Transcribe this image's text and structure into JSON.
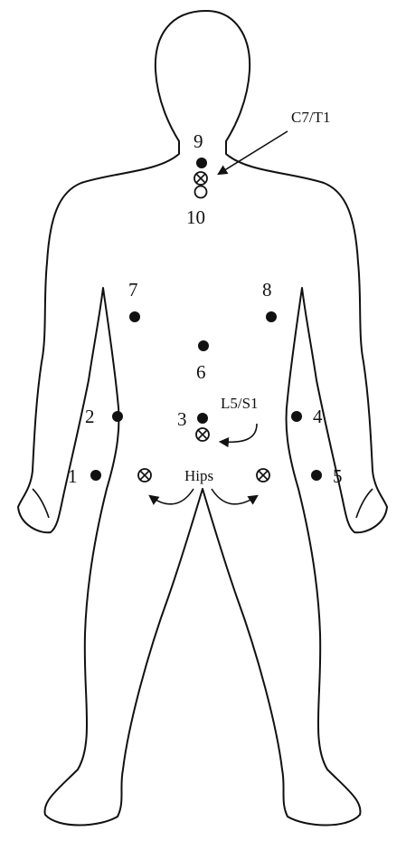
{
  "diagram": {
    "colors": {
      "ink": "#111111",
      "background": "#ffffff"
    },
    "markers": [
      {
        "id": "1",
        "label": "1",
        "style": "filled"
      },
      {
        "id": "2",
        "label": "2",
        "style": "filled"
      },
      {
        "id": "3",
        "label": "3",
        "style": "filled"
      },
      {
        "id": "4",
        "label": "4",
        "style": "filled"
      },
      {
        "id": "5",
        "label": "5",
        "style": "filled"
      },
      {
        "id": "6",
        "label": "6",
        "style": "filled"
      },
      {
        "id": "7",
        "label": "7",
        "style": "filled"
      },
      {
        "id": "8",
        "label": "8",
        "style": "filled"
      },
      {
        "id": "9",
        "label": "9",
        "style": "filled"
      },
      {
        "id": "10",
        "label": "10",
        "style": "open"
      }
    ],
    "landmarks": {
      "c7_t1": "C7/T1",
      "l5_s1": "L5/S1",
      "hips": "Hips"
    }
  }
}
